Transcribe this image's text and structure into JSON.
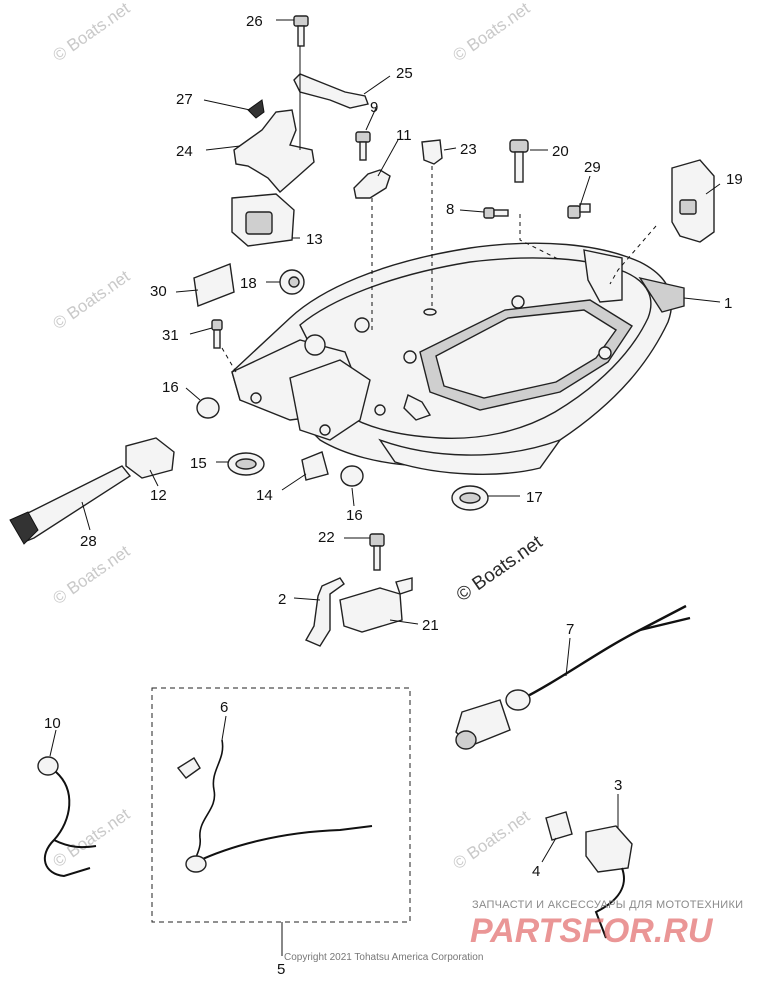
{
  "part_labels": {
    "p1": "1",
    "p2": "2",
    "p3": "3",
    "p4": "4",
    "p5": "5",
    "p6": "6",
    "p7": "7",
    "p8": "8",
    "p9": "9",
    "p10": "10",
    "p11": "11",
    "p12": "12",
    "p13": "13",
    "p14": "14",
    "p15": "15",
    "p16a": "16",
    "p16b": "16",
    "p17": "17",
    "p18": "18",
    "p19": "19",
    "p20": "20",
    "p21": "21",
    "p22": "22",
    "p23": "23",
    "p24": "24",
    "p25": "25",
    "p26": "26",
    "p27": "27",
    "p28": "28",
    "p29": "29",
    "p30": "30",
    "p31": "31"
  },
  "watermarks": {
    "boats": "© Boats.net",
    "boats_center": "© Boats.net"
  },
  "copyright": "Copyright 2021 Tohatsu America Corporation",
  "brand": {
    "tagline": "ЗАПЧАСТИ И АКСЕССУАРЫ ДЛЯ МОТОТЕХНИКИ",
    "logo": "PARTSFOR.RU"
  }
}
